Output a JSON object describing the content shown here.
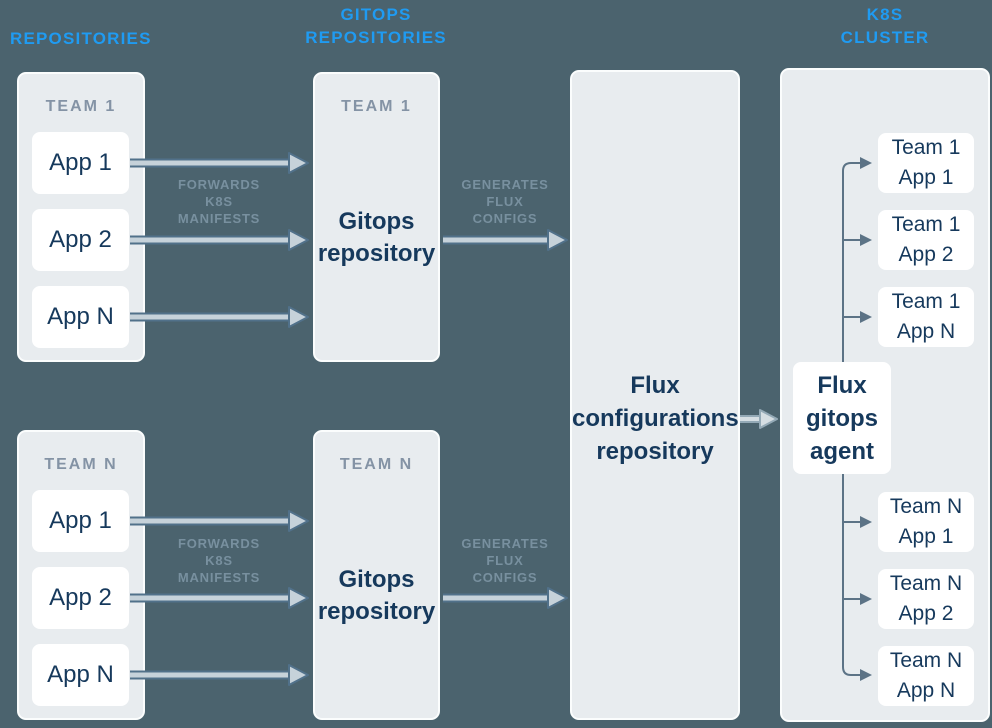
{
  "headers": {
    "repositories": "REPOSITORIES",
    "gitops_line1": "GITOPS",
    "gitops_line2": "REPOSITORIES",
    "k8s_line1": "K8S",
    "k8s_line2": "CLUSTER"
  },
  "repo_teams": [
    {
      "label": "TEAM 1",
      "apps": [
        "App 1",
        "App 2",
        "App N"
      ]
    },
    {
      "label": "TEAM N",
      "apps": [
        "App 1",
        "App 2",
        "App N"
      ]
    }
  ],
  "gitops_teams": [
    {
      "label": "TEAM 1",
      "repo": "Gitops repository"
    },
    {
      "label": "TEAM N",
      "repo": "Gitops repository"
    }
  ],
  "flux_config": {
    "line1": "Flux",
    "line2": "configurations",
    "line3": "repository"
  },
  "k8s": {
    "agent_line1": "Flux",
    "agent_line2": "gitops",
    "agent_line3": "agent",
    "apps": [
      {
        "line1": "Team 1",
        "line2": "App 1"
      },
      {
        "line1": "Team 1",
        "line2": "App 2"
      },
      {
        "line1": "Team 1",
        "line2": "App N"
      },
      {
        "line1": "Team N",
        "line2": "App 1"
      },
      {
        "line1": "Team N",
        "line2": "App 2"
      },
      {
        "line1": "Team N",
        "line2": "App N"
      }
    ]
  },
  "arrow_labels": {
    "forwards_line1": "FORWARDS",
    "forwards_line2": "K8S",
    "forwards_line3": "MANIFESTS",
    "generates_line1": "GENERATES",
    "generates_line2": "FLUX",
    "generates_line3": "CONFIGS"
  },
  "colors": {
    "background": "#4b636e",
    "panel": "#e8ecef",
    "panel_border": "#fbfdfd",
    "card": "#ffffff",
    "navy": "#16395c",
    "team_label": "#8493a5",
    "accent_blue": "#1f9bf2",
    "arrow_dark": "#51718a",
    "arrow_light": "#c6d2da",
    "arrow_soft_dark": "#93a9b6",
    "arrow_soft_light": "#d5dee3",
    "thin_arrow": "#5c7386",
    "muted_label": "#78909f"
  }
}
